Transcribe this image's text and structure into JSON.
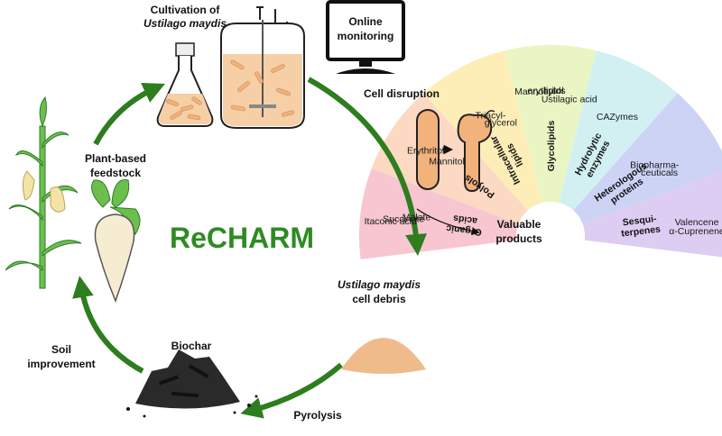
{
  "title": "ReCHARM",
  "colors": {
    "arrow": "#2e7d1e",
    "title": "#2e8b22",
    "cell": "#f2b27c"
  },
  "steps": {
    "cultivation_line1": "Cultivation of",
    "cultivation_line2": "Ustilago maydis",
    "online_line1": "Online",
    "online_line2": "monitoring",
    "cell_disruption": "Cell disruption",
    "debris_line1": "Ustilago maydis",
    "debris_line2": "cell debris",
    "pyrolysis": "Pyrolysis",
    "biochar": "Biochar",
    "soil_line1": "Soil",
    "soil_line2": "improvement",
    "feedstock_line1": "Plant-based",
    "feedstock_line2": "feedstock"
  },
  "products": {
    "center_line1": "Valuable",
    "center_line2": "products",
    "sectors": [
      {
        "name": "organic-acids",
        "color": "#f7c6d0",
        "category": [
          "Organic",
          "acids"
        ],
        "items": [
          "Itaconic acid",
          "Succinate",
          "Malate"
        ]
      },
      {
        "name": "polyols",
        "color": "#fbd9c2",
        "category": [
          "Polyols"
        ],
        "items": [
          "Erythritol",
          "Mannitol"
        ]
      },
      {
        "name": "intracellular-lipids",
        "color": "#fdeeb8",
        "category": [
          "Intracellular",
          "lipids"
        ],
        "items": [
          "Triacyl-",
          "glycerol"
        ]
      },
      {
        "name": "glycolipids",
        "color": "#e9f6c4",
        "category": [
          "Glycolipids"
        ],
        "items": [
          "Mannosyl-",
          "erythritol",
          "lipids",
          "Ustilagic acid"
        ]
      },
      {
        "name": "hydrolytic-enzymes",
        "color": "#d2f0f2",
        "category": [
          "Hydrolytic",
          "enzymes"
        ],
        "items": [
          "CAZymes"
        ]
      },
      {
        "name": "heterologous-proteins",
        "color": "#ccd3f5",
        "category": [
          "Heterologous",
          "proteins"
        ],
        "items": [
          "Biopharma-",
          "ceuticals"
        ]
      },
      {
        "name": "sesquiterpenes",
        "color": "#ddcdf3",
        "category": [
          "Sesqui-",
          "terpenes"
        ],
        "items": [
          "Valencene",
          "α-Cuprenene"
        ]
      }
    ]
  }
}
